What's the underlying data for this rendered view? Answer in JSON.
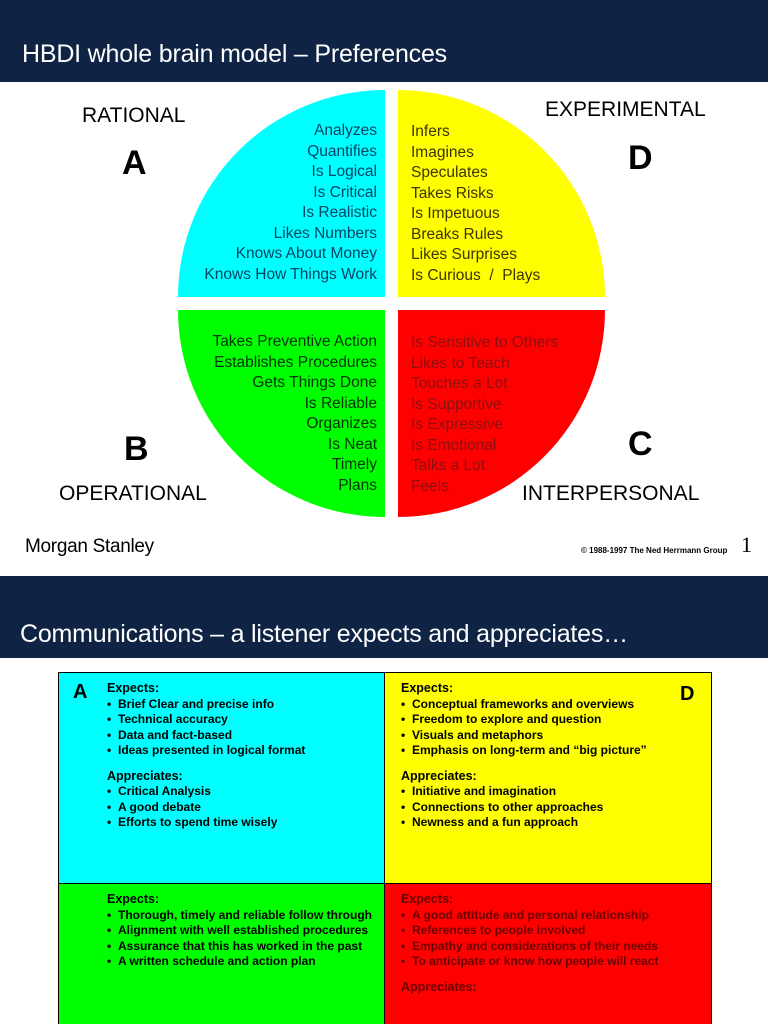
{
  "slide1": {
    "title": "HBDI whole brain model – Preferences",
    "quadrants": {
      "a": {
        "label": "RATIONAL",
        "letter": "A",
        "color": "#00ffff",
        "items": [
          "Analyzes",
          "Quantifies",
          "Is Logical",
          "Is Critical",
          "Is Realistic",
          "Likes Numbers",
          "Knows About Money",
          "Knows How Things Work"
        ]
      },
      "d": {
        "label": "EXPERIMENTAL",
        "letter": "D",
        "color": "#ffff00",
        "items": [
          "Infers",
          "Imagines",
          "Speculates",
          "Takes Risks",
          "Is Impetuous",
          "Breaks Rules",
          "Likes Surprises",
          "Is Curious  /  Plays"
        ]
      },
      "b": {
        "label": "OPERATIONAL",
        "letter": "B",
        "color": "#00ff00",
        "items": [
          "Takes Preventive Action",
          "Establishes Procedures",
          "Gets Things Done",
          "Is Reliable",
          "Organizes",
          "Is Neat",
          "Timely",
          "Plans"
        ]
      },
      "c": {
        "label": "INTERPERSONAL",
        "letter": "C",
        "color": "#ff0000",
        "items": [
          "Is Sensitive to Others",
          "Likes to Teach",
          "Touches a Lot",
          "Is Supportive",
          "Is Expressive",
          "Is Emotional",
          "Talks a Lot",
          "Feels"
        ]
      }
    },
    "footer": {
      "logo": "Morgan Stanley",
      "copyright": "© 1988-1997 The Ned Herrmann Group",
      "page_number": "1"
    }
  },
  "slide2": {
    "title": "Communications – a listener expects and appreciates…",
    "boxes": {
      "a": {
        "letter": "A",
        "expects_label": "Expects:",
        "expects": [
          "Brief Clear and precise info",
          "Technical accuracy",
          "Data and fact-based",
          "Ideas presented in logical format"
        ],
        "appreciates_label": "Appreciates:",
        "appreciates": [
          "Critical Analysis",
          "A good debate",
          "Efforts to spend time wisely"
        ]
      },
      "d": {
        "letter": "D",
        "expects_label": "Expects:",
        "expects": [
          "Conceptual frameworks and overviews",
          "Freedom to explore and question",
          "Visuals and metaphors",
          "Emphasis on long-term and “big picture”"
        ],
        "appreciates_label": "Appreciates:",
        "appreciates": [
          "Initiative and imagination",
          "Connections to other approaches",
          "Newness and a fun approach"
        ]
      },
      "b": {
        "expects_label": "Expects:",
        "expects": [
          "Thorough, timely and reliable follow through",
          "Alignment with well established procedures",
          "Assurance that this has worked in the past",
          "A written schedule and action plan"
        ]
      },
      "c": {
        "expects_label": "Expects:",
        "expects": [
          "A good attitude and personal relationship",
          "References to people involved",
          "Empathy and considerations of their needs",
          "To anticipate or know how people will react"
        ],
        "appreciates_label": "Appreciates:"
      }
    }
  }
}
